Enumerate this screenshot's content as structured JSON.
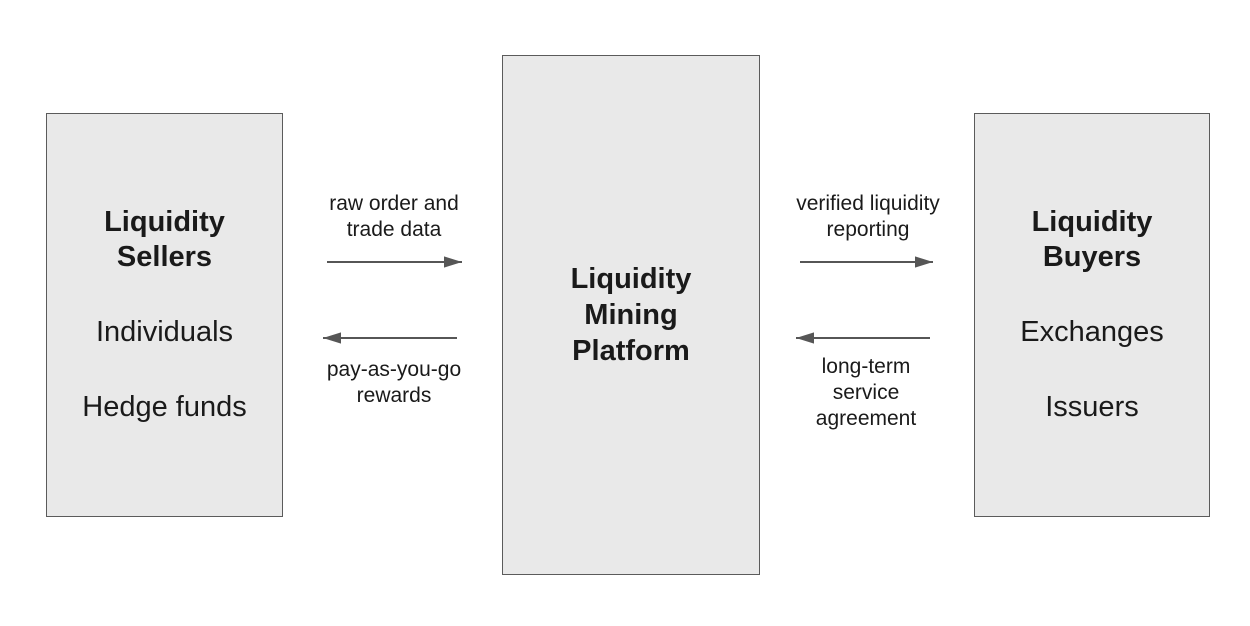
{
  "diagram": {
    "boxes": {
      "sellers": {
        "title": "Liquidity\nSellers",
        "items": [
          "Individuals",
          "Hedge funds"
        ]
      },
      "platform": {
        "title": "Liquidity\nMining\nPlatform"
      },
      "buyers": {
        "title": "Liquidity\nBuyers",
        "items": [
          "Exchanges",
          "Issuers"
        ]
      }
    },
    "flows": [
      {
        "id": "sellers-to-platform",
        "label": "raw order and\ntrade data",
        "direction": "right"
      },
      {
        "id": "platform-to-sellers",
        "label": "pay-as-you-go\nrewards",
        "direction": "left"
      },
      {
        "id": "platform-to-buyers",
        "label": "verified liquidity\nreporting",
        "direction": "right"
      },
      {
        "id": "buyers-to-platform",
        "label": "long-term\nservice\nagreement",
        "direction": "left"
      }
    ],
    "colors": {
      "background": "#ffffff",
      "box_fill": "#e9e9e9",
      "box_border": "#5b5b5b",
      "arrow": "#565656",
      "text": "#1a1a1a"
    }
  }
}
